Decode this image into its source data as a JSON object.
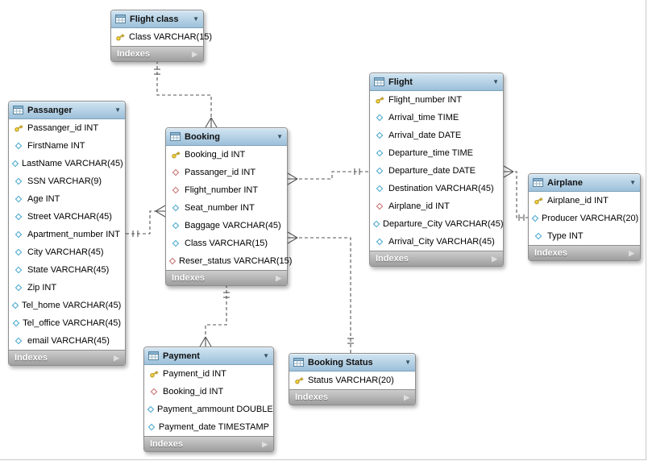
{
  "icons": {
    "collapse": "▼",
    "expand": "▶"
  },
  "colors": {
    "header_top": "#d2e5f2",
    "header_bottom": "#9cc0da",
    "footer_top": "#cdcdcd",
    "footer_bottom": "#9e9e9e",
    "edge": "#555555",
    "key_fill": "#f5d23c",
    "fk_diamond": "#c66a6a",
    "col_diamond": "#3fa4cc"
  },
  "diagram": {
    "tables": [
      {
        "id": "flight_class",
        "title": "Flight class",
        "footer": "Indexes",
        "columns": [
          {
            "icon": "key",
            "text": "Class VARCHAR(15)"
          }
        ]
      },
      {
        "id": "passanger",
        "title": "Passanger",
        "footer": "Indexes",
        "columns": [
          {
            "icon": "key",
            "text": "Passanger_id INT"
          },
          {
            "icon": "col",
            "text": "FirstName INT"
          },
          {
            "icon": "col",
            "text": "LastName VARCHAR(45)"
          },
          {
            "icon": "col",
            "text": "SSN VARCHAR(9)"
          },
          {
            "icon": "col",
            "text": "Age INT"
          },
          {
            "icon": "col",
            "text": "Street VARCHAR(45)"
          },
          {
            "icon": "col",
            "text": "Apartment_number INT"
          },
          {
            "icon": "col",
            "text": "City VARCHAR(45)"
          },
          {
            "icon": "col",
            "text": "State VARCHAR(45)"
          },
          {
            "icon": "col",
            "text": "Zip INT"
          },
          {
            "icon": "col",
            "text": "Tel_home VARCHAR(45)"
          },
          {
            "icon": "col",
            "text": "Tel_office VARCHAR(45)"
          },
          {
            "icon": "col",
            "text": "email VARCHAR(45)"
          }
        ]
      },
      {
        "id": "booking",
        "title": "Booking",
        "footer": "Indexes",
        "columns": [
          {
            "icon": "key",
            "text": "Booking_id INT"
          },
          {
            "icon": "fk",
            "text": "Passanger_id INT"
          },
          {
            "icon": "fk",
            "text": "Flight_number INT"
          },
          {
            "icon": "col",
            "text": "Seat_number INT"
          },
          {
            "icon": "col",
            "text": "Baggage VARCHAR(45)"
          },
          {
            "icon": "col",
            "text": "Class VARCHAR(15)"
          },
          {
            "icon": "fk",
            "text": "Reser_status VARCHAR(15)"
          }
        ]
      },
      {
        "id": "flight",
        "title": "Flight",
        "footer": "Indexes",
        "columns": [
          {
            "icon": "key",
            "text": "Flight_number INT"
          },
          {
            "icon": "col",
            "text": "Arrival_time TIME"
          },
          {
            "icon": "col",
            "text": "Arrival_date DATE"
          },
          {
            "icon": "col",
            "text": "Departure_time TIME"
          },
          {
            "icon": "col",
            "text": "Departure_date DATE"
          },
          {
            "icon": "col",
            "text": "Destination VARCHAR(45)"
          },
          {
            "icon": "fk",
            "text": "Airplane_id INT"
          },
          {
            "icon": "col",
            "text": "Departure_City VARCHAR(45)"
          },
          {
            "icon": "col",
            "text": "Arrival_City VARCHAR(45)"
          }
        ]
      },
      {
        "id": "airplane",
        "title": "Airplane",
        "footer": "Indexes",
        "columns": [
          {
            "icon": "key",
            "text": "Airplane_id INT"
          },
          {
            "icon": "col",
            "text": "Producer VARCHAR(20)"
          },
          {
            "icon": "col",
            "text": "Type INT"
          }
        ]
      },
      {
        "id": "payment",
        "title": "Payment",
        "footer": "Indexes",
        "columns": [
          {
            "icon": "key",
            "text": "Payment_id INT"
          },
          {
            "icon": "fk",
            "text": "Booking_id INT"
          },
          {
            "icon": "col",
            "text": "Payment_ammount DOUBLE"
          },
          {
            "icon": "col",
            "text": "Payment_date TIMESTAMP"
          }
        ]
      },
      {
        "id": "booking_status",
        "title": "Booking Status",
        "footer": "Indexes",
        "columns": [
          {
            "icon": "key",
            "text": "Status VARCHAR(20)"
          }
        ]
      }
    ],
    "relationships": [
      {
        "from": "Flight class",
        "to": "Booking",
        "cardinality": "1:n"
      },
      {
        "from": "Passanger",
        "to": "Booking",
        "cardinality": "1:n"
      },
      {
        "from": "Flight",
        "to": "Booking",
        "cardinality": "1:n"
      },
      {
        "from": "Airplane",
        "to": "Flight",
        "cardinality": "1:n"
      },
      {
        "from": "Booking",
        "to": "Payment",
        "cardinality": "1:n"
      },
      {
        "from": "Booking Status",
        "to": "Booking",
        "cardinality": "1:n"
      }
    ]
  }
}
